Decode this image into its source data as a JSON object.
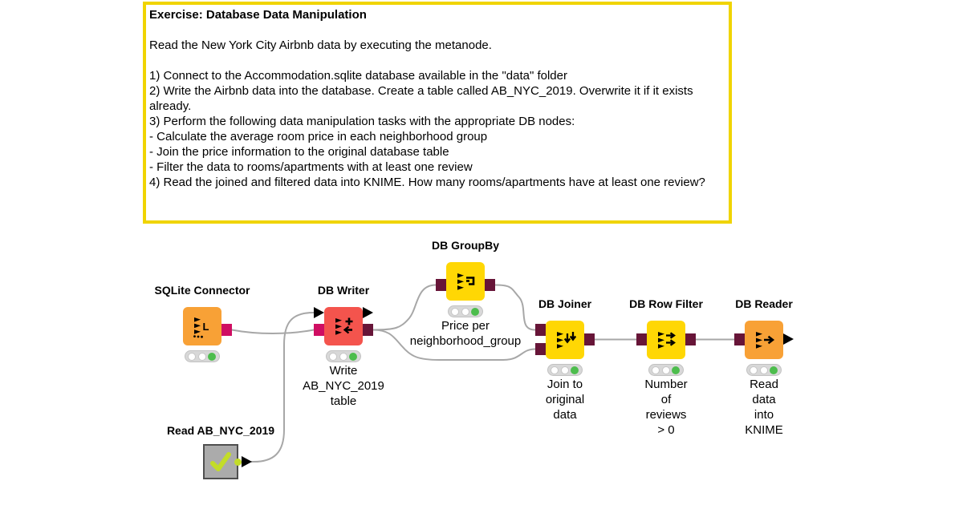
{
  "annotation": {
    "border_color": "#F0D400",
    "lines": [
      "Exercise: Database Data Manipulation",
      "",
      "Read the New York City Airbnb data by executing the metanode.",
      "",
      "1) Connect to the Accommodation.sqlite database available in the \"data\" folder",
      "2) Write the Airbnb data into the database. Create a table called AB_NYC_2019. Overwrite it if it exists",
      "already.",
      "3) Perform the following data manipulation tasks with the appropriate DB nodes:",
      "- Calculate the average room price in each neighborhood group",
      "- Join the price information to the original database table",
      "- Filter the data to rooms/apartments with at least one review",
      "4) Read the joined and filtered data into KNIME. How many rooms/apartments have at least one review?"
    ]
  },
  "colors": {
    "node_orange": "#F8A136",
    "node_red": "#F4544D",
    "node_yellow": "#FFD704",
    "metanode_gray": "#ABABAB",
    "port_db_session": "#CF0E62",
    "port_db_data": "#671538",
    "wire": "#A7A7A7",
    "traffic_green": "#4DBD4D",
    "check_green": "#C3DC28"
  },
  "nodes": {
    "sqlite": {
      "title": "SQLite Connector",
      "annotation": ""
    },
    "writer": {
      "title": "DB Writer",
      "annotation": "Write\nAB_NYC_2019 table"
    },
    "groupby": {
      "title": "DB GroupBy",
      "annotation": "Price per\nneighborhood_group"
    },
    "joiner": {
      "title": "DB Joiner",
      "annotation": "Join to original\ndata"
    },
    "rowfilter": {
      "title": "DB Row Filter",
      "annotation": "Number of reviews\n> 0"
    },
    "reader": {
      "title": "DB Reader",
      "annotation": "Read data\ninto KNIME"
    },
    "metanode": {
      "title": "Read AB_NYC_2019"
    }
  }
}
